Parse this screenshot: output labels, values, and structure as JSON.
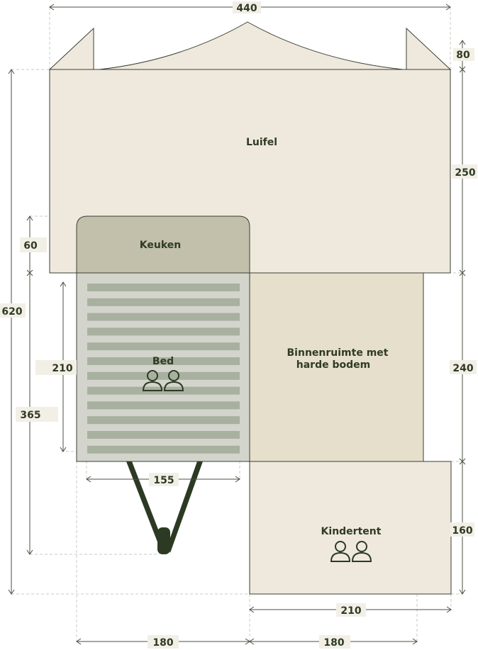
{
  "rooms": {
    "luifel": "Luifel",
    "keuken": "Keuken",
    "bed": "Bed",
    "binnenruimte_line1": "Binnenruimte met",
    "binnenruimte_line2": "harde bodem",
    "kindertent": "Kindertent"
  },
  "dimensions": {
    "total_width": "440",
    "roof_height": "80",
    "luifel_depth": "250",
    "keuken_depth": "60",
    "overall_depth": "620",
    "bed_length": "210",
    "trailer_length": "365",
    "inner_depth": "240",
    "bed_width": "155",
    "kindertent_depth": "160",
    "kindertent_width": "210",
    "bottom_left_width": "180",
    "bottom_right_width": "180"
  },
  "colors": {
    "luifel_fill": "#efe9dd",
    "keuken_fill": "#c2bfab",
    "bed_fill": "#d3d5cc",
    "bed_stripe": "#a8b0a0",
    "inner_fill": "#e6dfcb",
    "kindertent_fill": "#efe9dd",
    "outline": "#3a3f33",
    "drawbar": "#2c3a23"
  },
  "icons": {
    "bed_people": "two-persons-icon",
    "kindertent_people": "two-persons-icon"
  }
}
